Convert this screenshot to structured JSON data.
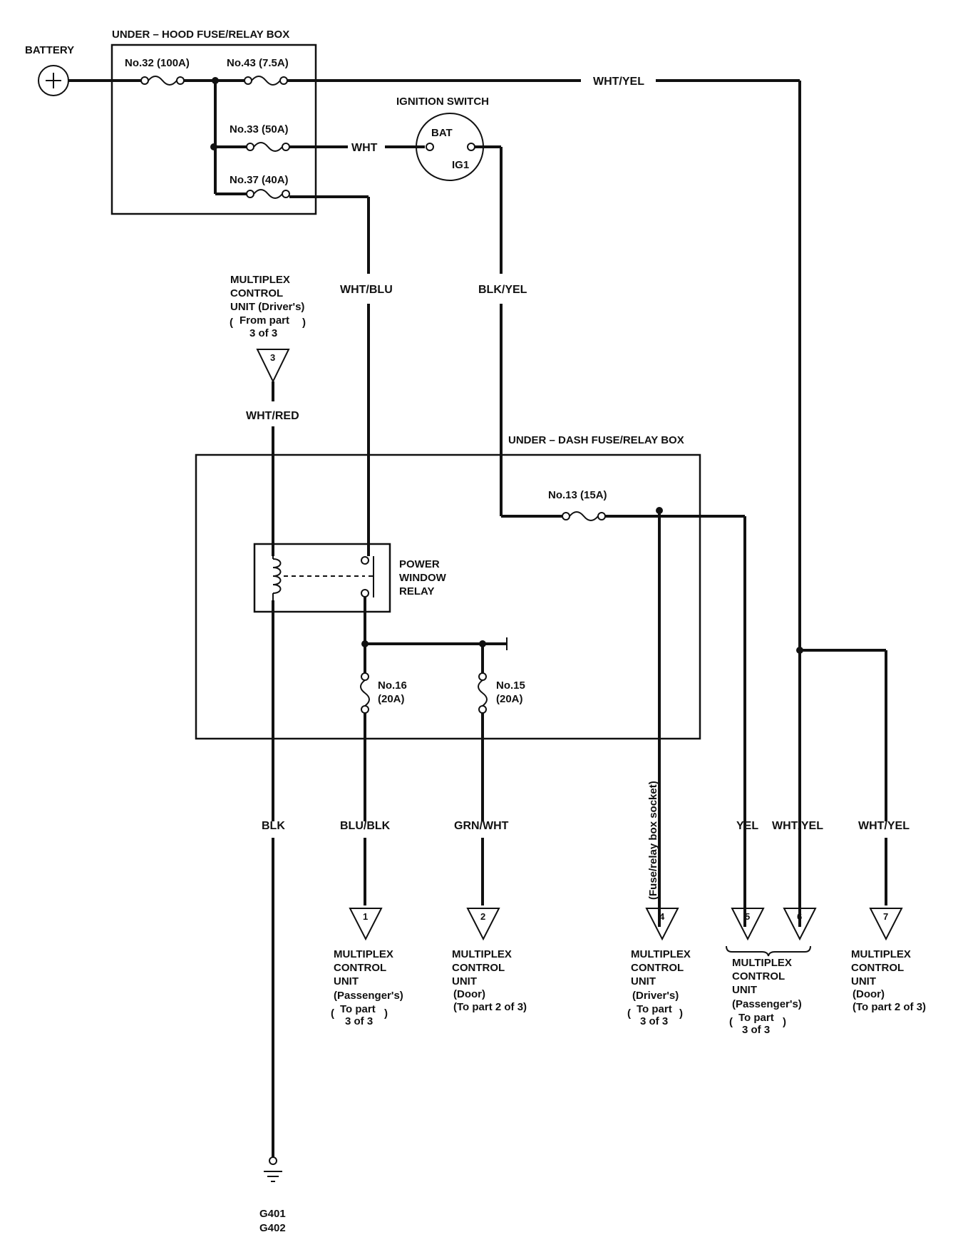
{
  "battery": {
    "label": "BATTERY"
  },
  "underhood_box": {
    "title": "UNDER – HOOD FUSE/RELAY BOX",
    "fuses": [
      "No.32 (100A)",
      "No.43 (7.5A)",
      "No.33 (50A)",
      "No.37 (40A)"
    ]
  },
  "ignition": {
    "title": "IGNITION SWITCH",
    "bat": "BAT",
    "ig1": "IG1"
  },
  "wires": {
    "wht_yel_top": "WHT/YEL",
    "wht": "WHT",
    "wht_blu": "WHT/BLU",
    "blk_yel": "BLK/YEL",
    "wht_red": "WHT/RED",
    "blk": "BLK",
    "blu_blk": "BLU/BLK",
    "grn_wht": "GRN/WHT",
    "yel": "YEL",
    "wht_yel_6": "WHT/YEL",
    "wht_yel_7": "WHT/YEL"
  },
  "from_unit": {
    "lines": [
      "MULTIPLEX",
      "CONTROL",
      "UNIT (Driver's)"
    ],
    "paren": [
      "From part",
      "3 of 3"
    ],
    "number": "3"
  },
  "underdash_box": {
    "title": "UNDER – DASH FUSE/RELAY BOX",
    "fuse13": "No.13 (15A)",
    "fuse16": [
      "No.16",
      "(20A)"
    ],
    "fuse15": [
      "No.15",
      "(20A)"
    ]
  },
  "relay": {
    "lines": [
      "POWER",
      "WINDOW",
      "RELAY"
    ]
  },
  "socket_note": "(Fuse/relay box socket)",
  "connectors": [
    {
      "num": "1",
      "lines": [
        "MULTIPLEX",
        "CONTROL",
        "UNIT"
      ],
      "sub": "(Passenger's)",
      "paren": [
        "To part",
        "3 of 3"
      ]
    },
    {
      "num": "2",
      "lines": [
        "MULTIPLEX",
        "CONTROL",
        "UNIT"
      ],
      "sub": "(Door)",
      "extra": "(To part 2 of 3)"
    },
    {
      "num": "4",
      "lines": [
        "MULTIPLEX",
        "CONTROL",
        "UNIT"
      ],
      "sub": "(Driver's)",
      "paren": [
        "To part",
        "3 of 3"
      ]
    },
    {
      "num": "5"
    },
    {
      "num": "6"
    },
    {
      "num": "7",
      "lines": [
        "MULTIPLEX",
        "CONTROL",
        "UNIT"
      ],
      "sub": "(Door)",
      "extra": "(To part 2 of 3)"
    }
  ],
  "connectors_56": {
    "lines": [
      "MULTIPLEX",
      "CONTROL",
      "UNIT"
    ],
    "sub": "(Passenger's)",
    "paren": [
      "To part",
      "3 of 3"
    ]
  },
  "ground": {
    "lines": [
      "G401",
      "G402"
    ]
  }
}
